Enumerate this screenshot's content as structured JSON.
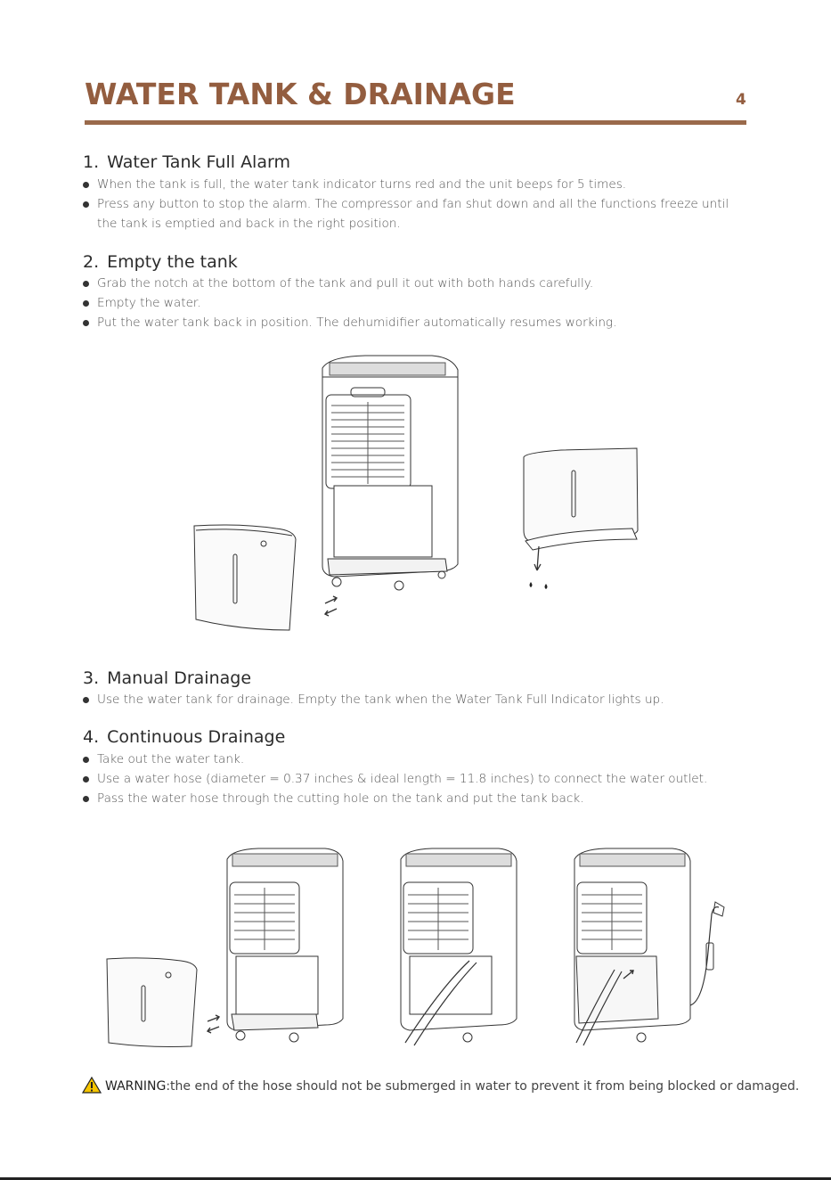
{
  "header": {
    "title": "WATER TANK & DRAINAGE",
    "page_number": "4"
  },
  "sections": [
    {
      "number": "1.",
      "heading": "Water Tank Full Alarm",
      "bullets": [
        "When the tank is full, the water tank indicator turns red and the unit beeps for 5 times.",
        "Press any button to stop the alarm. The compressor and fan shut down and all the functions freeze until the tank is emptied and back in the right position."
      ]
    },
    {
      "number": "2.",
      "heading": "Empty the tank",
      "bullets": [
        "Grab the notch at the bottom of the tank and pull it out with both hands carefully.",
        "Empty the water.",
        "Put the water tank back in position. The dehumidifier automatically resumes working."
      ]
    },
    {
      "number": "3.",
      "heading": "Manual Drainage",
      "bullets": [
        "Use the water tank for drainage. Empty the tank when the Water Tank Full Indicator lights up."
      ]
    },
    {
      "number": "4.",
      "heading": "Continuous Drainage",
      "bullets": [
        "Take out the water tank.",
        "Use a water hose (diameter = 0.37 inches & ideal length = 11.8 inches) to connect the water outlet.",
        "Pass the water hose through the cutting hole on the tank and put the tank back."
      ]
    }
  ],
  "warning": {
    "label": "WARNING",
    "text": ":the end of the hose should not be submerged in water to prevent it from being blocked or damaged."
  },
  "colors": {
    "accent": "#935d3f",
    "rule": "#9a6a4b",
    "text": "#555555"
  },
  "icons": [
    "warning-triangle-icon",
    "dehumidifier-illustration",
    "water-tank-illustration",
    "water-drop-icon",
    "swap-arrows-icon"
  ]
}
